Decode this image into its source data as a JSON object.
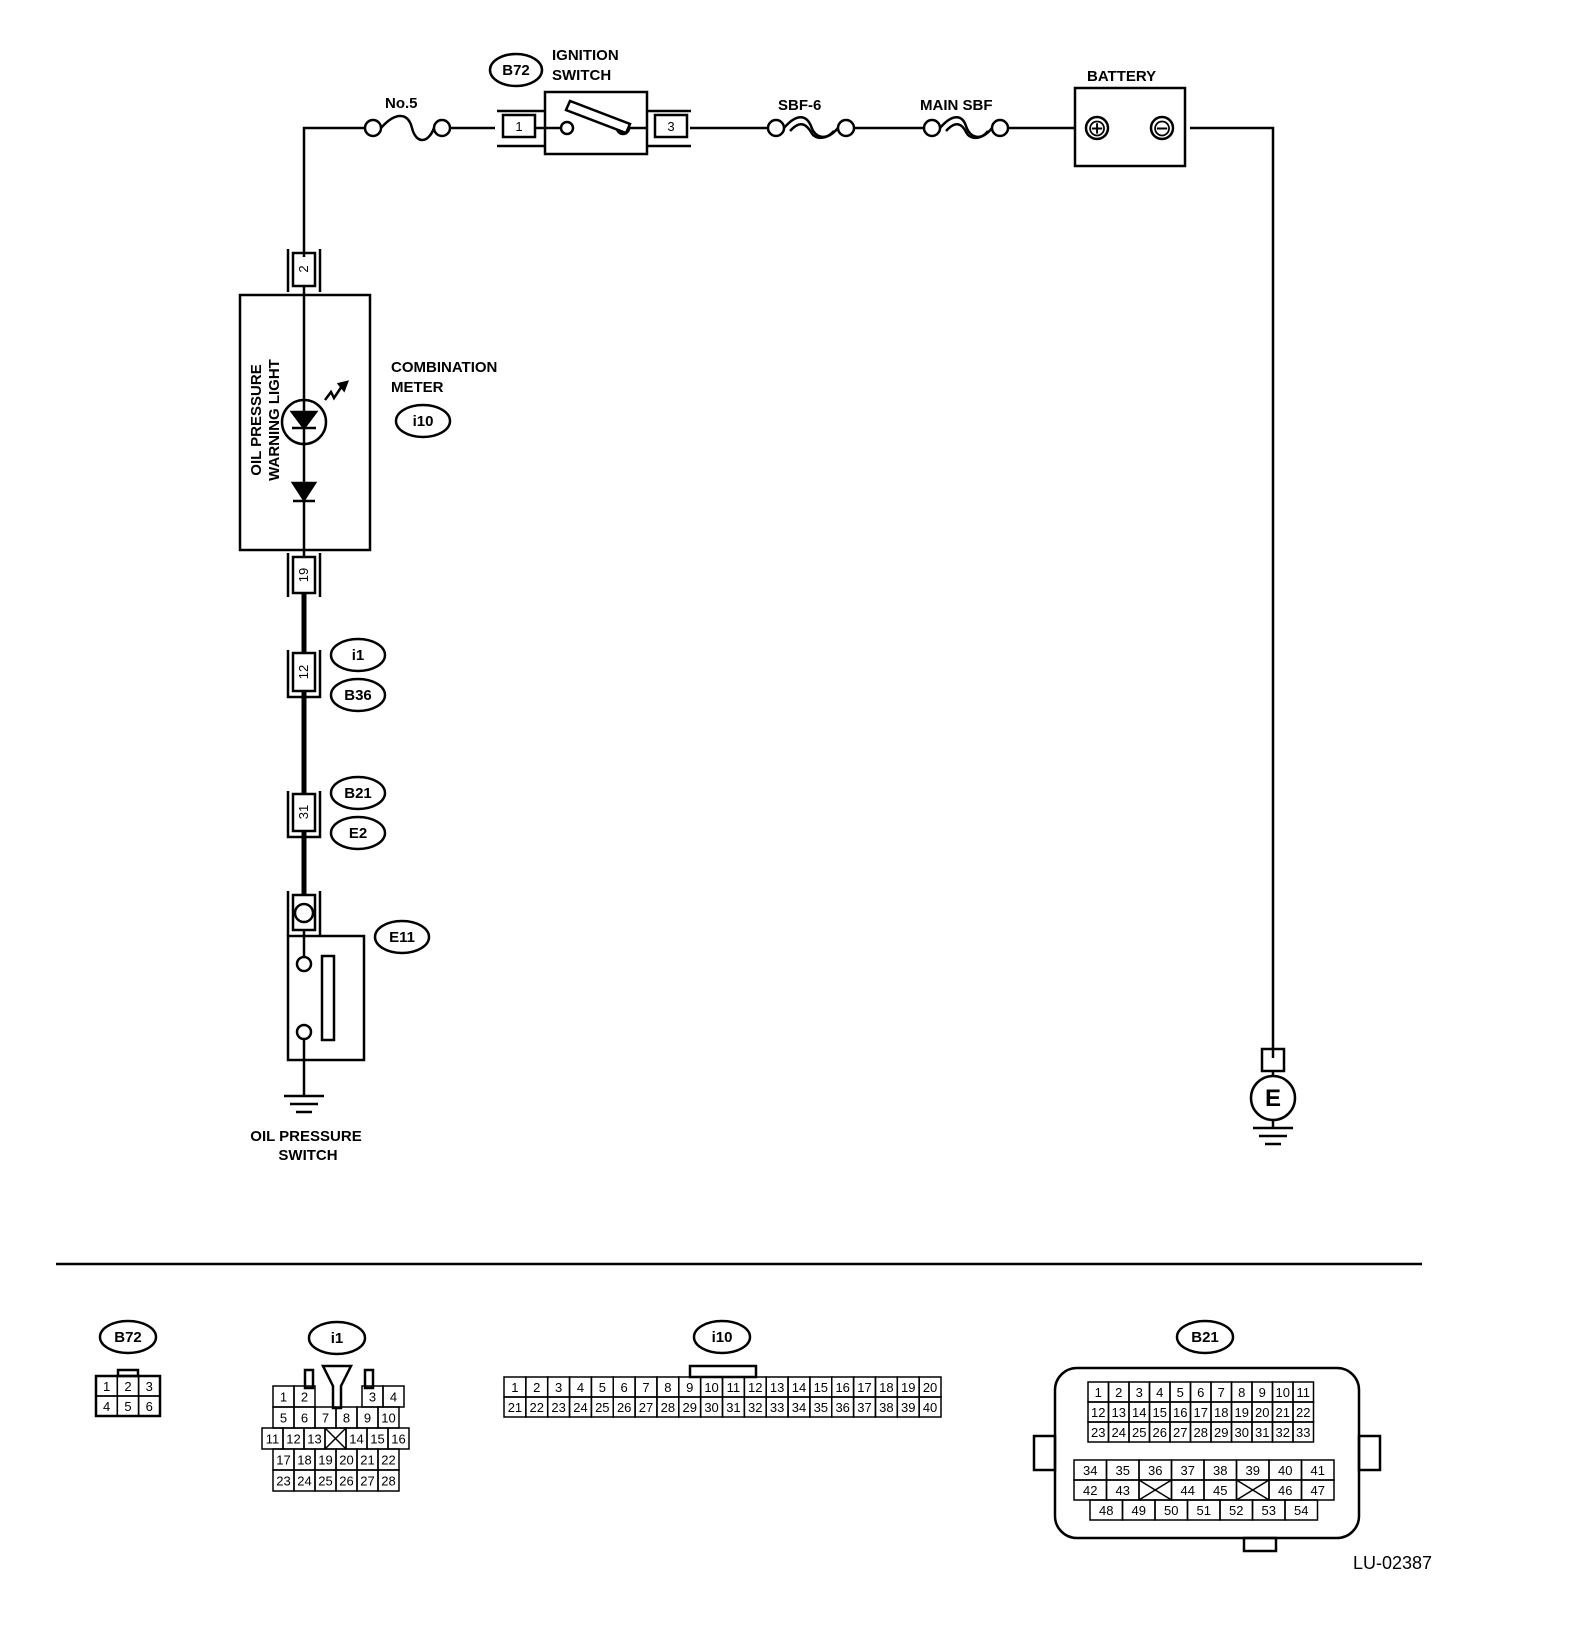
{
  "labels": {
    "no5": "No.5",
    "ignition_switch_1": "IGNITION",
    "ignition_switch_2": "SWITCH",
    "sbf6": "SBF-6",
    "main_sbf": "MAIN SBF",
    "battery": "BATTERY",
    "combination_meter_1": "COMBINATION",
    "combination_meter_2": "METER",
    "oil_warning_1": "OIL PRESSURE",
    "oil_warning_2": "WARNING LIGHT",
    "oil_switch_1": "OIL PRESSURE",
    "oil_switch_2": "SWITCH",
    "ground": "E",
    "figure_code": "LU-02387"
  },
  "connector_tags": {
    "b72": "B72",
    "i10": "i10",
    "i1": "i1",
    "b36": "B36",
    "b21": "B21",
    "e2": "E2",
    "e11": "E11"
  },
  "pins": {
    "ign_1": "1",
    "ign_3": "3",
    "meter_top": "2",
    "meter_bottom": "19",
    "i1_pin": "12",
    "b21_pin": "31"
  },
  "battery_terminals": {
    "positive": "⊕",
    "negative": "⊖"
  },
  "connector_faces": {
    "b72": {
      "rows": [
        [
          "1",
          "2",
          "3"
        ],
        [
          "4",
          "5",
          "6"
        ]
      ]
    },
    "i1": {
      "rows": [
        [
          "1",
          "2",
          "",
          "",
          "",
          "3",
          "4"
        ],
        [
          "5",
          "6",
          "7",
          "8",
          "9",
          "10"
        ],
        [
          "11",
          "12",
          "13",
          "",
          "14",
          "15",
          "16"
        ],
        [
          "17",
          "18",
          "19",
          "20",
          "21",
          "22"
        ],
        [
          "23",
          "24",
          "25",
          "26",
          "27",
          "28"
        ]
      ]
    },
    "i10": {
      "rows": [
        [
          "1",
          "2",
          "3",
          "4",
          "5",
          "6",
          "7",
          "8",
          "9",
          "10",
          "11",
          "12",
          "13",
          "14",
          "15",
          "16",
          "17",
          "18",
          "19",
          "20"
        ],
        [
          "21",
          "22",
          "23",
          "24",
          "25",
          "26",
          "27",
          "28",
          "29",
          "30",
          "31",
          "32",
          "33",
          "34",
          "35",
          "36",
          "37",
          "38",
          "39",
          "40"
        ]
      ]
    },
    "b21": {
      "rows": [
        [
          "1",
          "2",
          "3",
          "4",
          "5",
          "6",
          "7",
          "8",
          "9",
          "10",
          "11"
        ],
        [
          "12",
          "13",
          "14",
          "15",
          "16",
          "17",
          "18",
          "19",
          "20",
          "21",
          "22"
        ],
        [
          "23",
          "24",
          "25",
          "26",
          "27",
          "28",
          "29",
          "30",
          "31",
          "32",
          "33"
        ],
        [
          "34",
          "35",
          "36",
          "37",
          "38",
          "39",
          "40",
          "41"
        ],
        [
          "42",
          "43",
          "",
          "44",
          "45",
          "",
          "46",
          "47"
        ],
        [
          "48",
          "49",
          "50",
          "51",
          "52",
          "53",
          "54"
        ]
      ]
    }
  }
}
